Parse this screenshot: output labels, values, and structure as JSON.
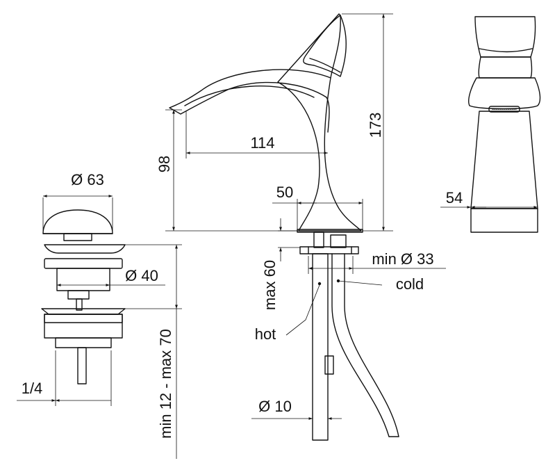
{
  "labels": {
    "diameter_63": "Ø 63",
    "height_98": "98",
    "reach_114": "114",
    "height_173": "173",
    "base_50": "50",
    "hole_min_33": "min Ø 33",
    "hot": "hot",
    "cold": "cold",
    "width_54": "54",
    "diameter_40": "Ø 40",
    "max_60": "max 60",
    "thread_1_4": "1/4",
    "diameter_10": "Ø 10",
    "range_12_70": "min 12 - max 70"
  }
}
